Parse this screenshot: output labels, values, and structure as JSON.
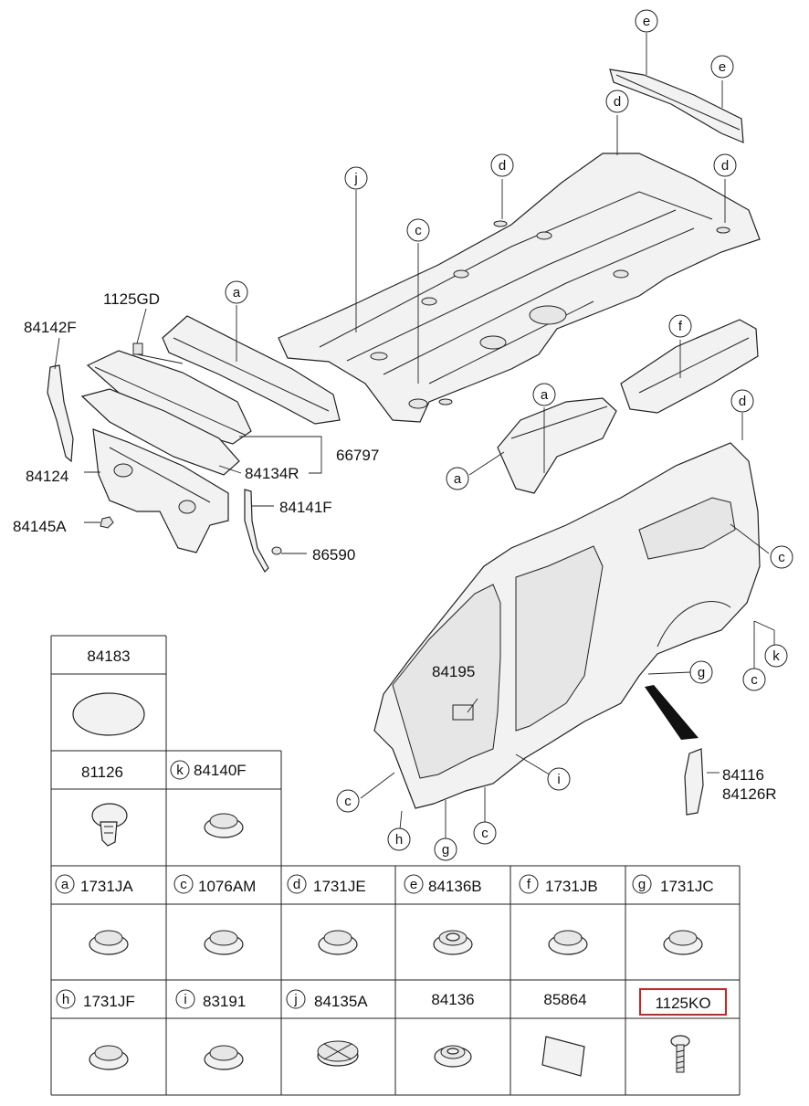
{
  "callouts": {
    "e1": "e",
    "e2": "e",
    "d1": "d",
    "d2": "d",
    "d3": "d",
    "d4": "d",
    "j": "j",
    "c1": "c",
    "a1": "a",
    "a2": "a",
    "a3": "a",
    "f": "f",
    "c2": "c",
    "k": "k",
    "c3": "c",
    "g1": "g",
    "c4": "c",
    "h": "h",
    "g2": "g",
    "c5": "c",
    "i": "i"
  },
  "part_labels": {
    "p1125GD": "1125GD",
    "p84142F": "84142F",
    "p84124": "84124",
    "p84145A": "84145A",
    "p84134R": "84134R",
    "p66797": "66797",
    "p84141F": "84141F",
    "p86590": "86590",
    "p84195": "84195",
    "p84116": "84116",
    "p84126R": "84126R"
  },
  "table": {
    "top": [
      {
        "code": "84183",
        "letter": "",
        "shape": "oval-pad"
      }
    ],
    "row2": [
      {
        "code": "81126",
        "letter": "",
        "shape": "push-clip"
      },
      {
        "code": "84140F",
        "letter": "k",
        "shape": "plug"
      }
    ],
    "row3": [
      {
        "code": "1731JA",
        "letter": "a",
        "shape": "plug"
      },
      {
        "code": "1076AM",
        "letter": "c",
        "shape": "plug"
      },
      {
        "code": "1731JE",
        "letter": "d",
        "shape": "plug"
      },
      {
        "code": "84136B",
        "letter": "e",
        "shape": "plug-ring"
      },
      {
        "code": "1731JB",
        "letter": "f",
        "shape": "plug"
      },
      {
        "code": "1731JC",
        "letter": "g",
        "shape": "plug"
      }
    ],
    "row4": [
      {
        "code": "1731JF",
        "letter": "h",
        "shape": "plug"
      },
      {
        "code": "83191",
        "letter": "i",
        "shape": "plug"
      },
      {
        "code": "84135A",
        "letter": "j",
        "shape": "cross-plug"
      },
      {
        "code": "84136",
        "letter": "",
        "shape": "grommet"
      },
      {
        "code": "85864",
        "letter": "",
        "shape": "pad-square"
      },
      {
        "code": "1125KO",
        "letter": "",
        "shape": "bolt",
        "highlight": true
      }
    ]
  },
  "colors": {
    "highlight": "#d32020",
    "line": "#222222"
  }
}
